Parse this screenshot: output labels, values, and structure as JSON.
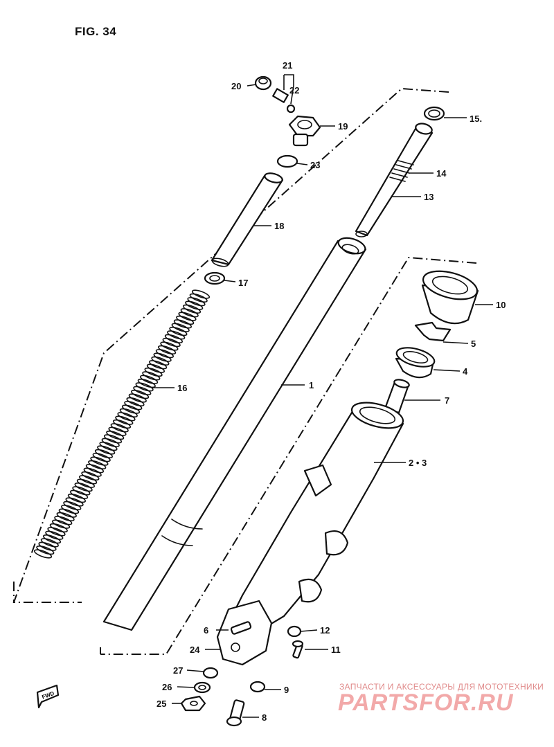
{
  "figure": {
    "title": "FIG. 34"
  },
  "callouts": {
    "p1": "1",
    "p2_3": "2 • 3",
    "p4": "4",
    "p5": "5",
    "p6": "6",
    "p7": "7",
    "p8": "8",
    "p9": "9",
    "p10": "10",
    "p11": "11",
    "p12": "12",
    "p13": "13",
    "p14": "14",
    "p15": "15.",
    "p16": "16",
    "p17": "17",
    "p18": "18",
    "p19": "19",
    "p20": "20",
    "p21": "21",
    "p22": "22",
    "p23": "23",
    "p24": "24",
    "p25": "25",
    "p26": "26",
    "p27": "27"
  },
  "direction_marker": {
    "label": "FWD"
  },
  "watermark": {
    "top_text": "ЗАПЧАСТИ И АКСЕССУАРЫ ДЛЯ МОТОТЕХНИКИ",
    "brand": "PARTSFOR.RU"
  }
}
